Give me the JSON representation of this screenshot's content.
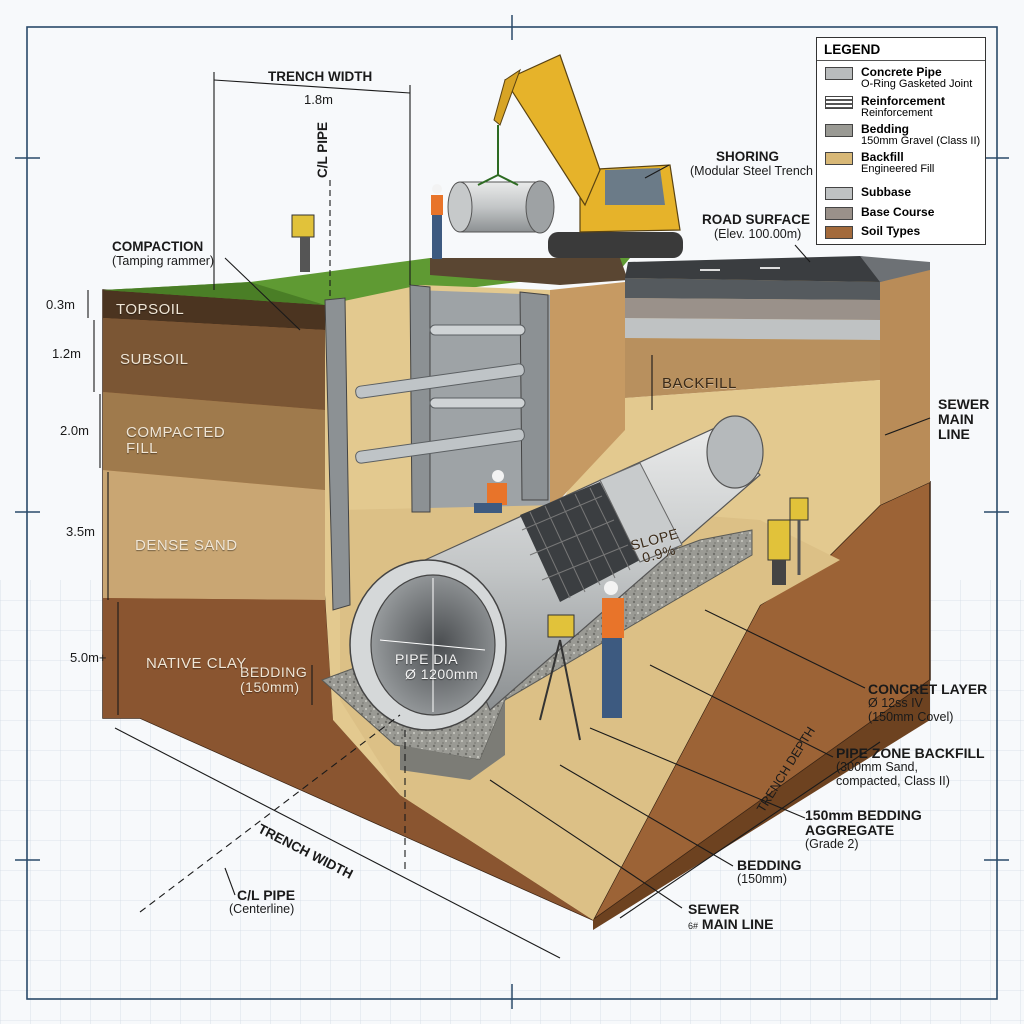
{
  "legend": {
    "title": "LEGEND",
    "items": [
      {
        "label": "Concrete Pipe",
        "sub": "O-Ring Gasketed Joint",
        "color": "#b9bcbd"
      },
      {
        "label": "Reinforcement",
        "sub": "Reinforcement",
        "color": "#555555"
      },
      {
        "label": "Bedding",
        "sub": "150mm Gravel (Class II)",
        "color": "#9a9a94"
      },
      {
        "label": "Backfill",
        "sub": "Engineered Fill",
        "color": "#d8b877"
      },
      {
        "label": "Subbase",
        "sub": "",
        "color": "#bfc2c3"
      },
      {
        "label": "Base Course",
        "sub": "",
        "color": "#9a918a"
      },
      {
        "label": "Soil Types",
        "sub": "",
        "color": "#a36a3b"
      }
    ]
  },
  "top_dimension": {
    "title": "TRENCH WIDTH",
    "value": "1.8m"
  },
  "cl_pipe_vertical": "C/L PIPE",
  "compaction": {
    "title": "COMPACTION",
    "sub": "(Tamping rammer)"
  },
  "shoring": {
    "title": "SHORING",
    "sub": "(Modular Steel Trench"
  },
  "road_surface": {
    "title": "ROAD SURFACE",
    "sub": "(Elev. 100.00m)"
  },
  "soil_layers": [
    {
      "name": "TOPSOIL",
      "depth": "0.3m"
    },
    {
      "name": "SUBSOIL",
      "depth": "1.2m"
    },
    {
      "name": "COMPACTED\nFILL",
      "depth": "2.0m"
    },
    {
      "name": "DENSE SAND",
      "depth": "3.5m"
    },
    {
      "name": "NATIVE CLAY",
      "depth": "5.0m+"
    }
  ],
  "backfill_label": "BACKFILL",
  "sewer_main_right": {
    "line1": "SEWER",
    "line2": "MAIN",
    "line3": "LINE"
  },
  "pipe_dia": {
    "line1": "PIPE DIA",
    "line2": "Ø 1200mm"
  },
  "slope": {
    "line1": "SLOPE",
    "line2": "0.9%"
  },
  "bedding_left": {
    "title": "BEDDING",
    "sub": "(150mm)"
  },
  "concret_layer": {
    "title": "CONCRET LAYER",
    "sub1": "Ø 12ss IV",
    "sub2": "(150mm Covel)"
  },
  "pipe_zone": {
    "title": "PIPE ZONE BACKFILL",
    "sub1": "(300mm Sand,",
    "sub2": "compacted, Class II)"
  },
  "bedding_aggregate": {
    "title1": "150mm BEDDING",
    "title2": "AGGREGATE",
    "sub": "(Grade 2)"
  },
  "bedding_bottom": {
    "title": "BEDDING",
    "sub": "(150mm)"
  },
  "sewer_main_bottom": {
    "title1": "SEWER",
    "title2": "MAIN LINE",
    "mark": "6#"
  },
  "trench_width_bottom": "TRENCH WIDTH",
  "trench_depth_right": "TRENCH DEPTH",
  "cl_pipe_bottom": {
    "title": "C/L PIPE",
    "sub": "(Centerline)"
  }
}
